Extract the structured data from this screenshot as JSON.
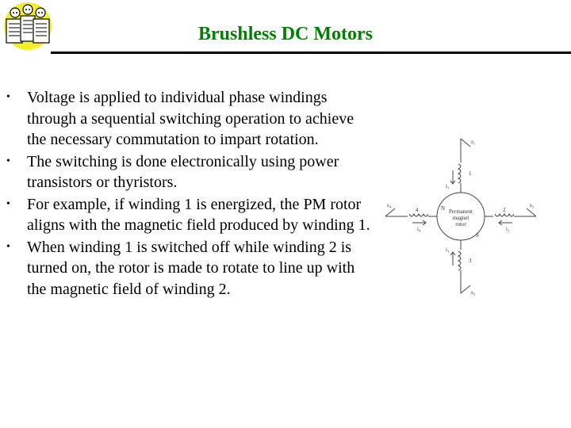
{
  "slide": {
    "title": "Brushless DC Motors",
    "bullets": [
      "Voltage is applied to individual phase windings through a sequential switching operation to achieve the necessary commutation to impart rotation.",
      "The switching is done electronically using power transistors or thyristors.",
      "For example, if winding 1 is energized, the PM rotor aligns with the magnetic field produced by winding 1.",
      "When winding 1 is switched off while winding 2 is turned on, the rotor is made to rotate to line up with the magnetic field of winding 2."
    ]
  },
  "diagram": {
    "rotor_label_line1": "Permanent",
    "rotor_label_line2": "magnet",
    "rotor_label_line3": "rotor",
    "pole_n": "N",
    "pole_s": "S",
    "winding_1": "1",
    "winding_2": "2",
    "winding_3": "3",
    "winding_4": "4",
    "current_1": "i₁",
    "current_2": "i₂",
    "current_3": "i₃",
    "current_4": "i₄",
    "switch_1": "s₁",
    "switch_2": "s₂",
    "switch_3": "s₃",
    "switch_4": "s₄"
  },
  "colors": {
    "title": "#008000",
    "rule": "#000000",
    "logo_yellow": "#f2ef2a"
  },
  "icons": {
    "logo": "people-reading-newspaper-logo",
    "bullet": "bullet-dot"
  }
}
